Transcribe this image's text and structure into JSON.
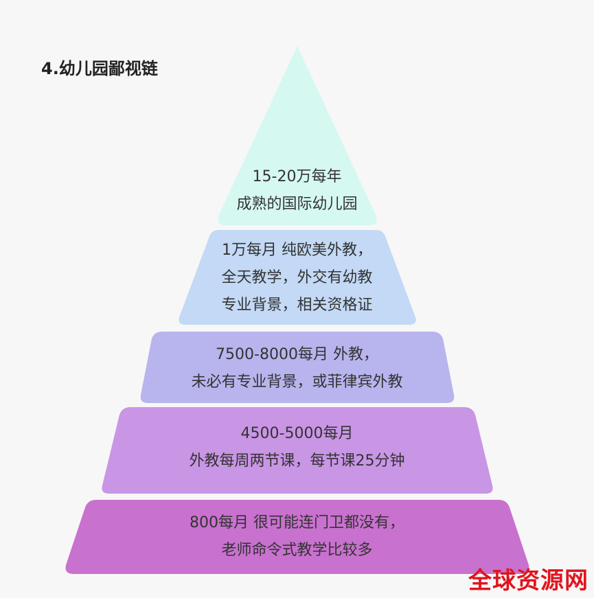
{
  "heading": "4.幼儿园鄙视链",
  "tiers": [
    {
      "lines": [
        "15-20万每年",
        "成熟的国际幼儿园"
      ],
      "color": "#d5f8f1"
    },
    {
      "lines": [
        "1万每月  纯欧美外教，",
        "全天教学，外交有幼教",
        "专业背景，相关资格证"
      ],
      "color": "#c3d9f5"
    },
    {
      "lines": [
        "7500-8000每月 外教，",
        "未必有专业背景，或菲律宾外教"
      ],
      "color": "#b8b4ee"
    },
    {
      "lines": [
        "4500-5000每月",
        "外教每周两节课，每节课25分钟"
      ],
      "color": "#c995e5"
    },
    {
      "lines": [
        "800每月 很可能连门卫都没有，",
        "老师命令式教学比较多"
      ],
      "color": "#c971cf"
    }
  ],
  "watermark": "全球资源网"
}
